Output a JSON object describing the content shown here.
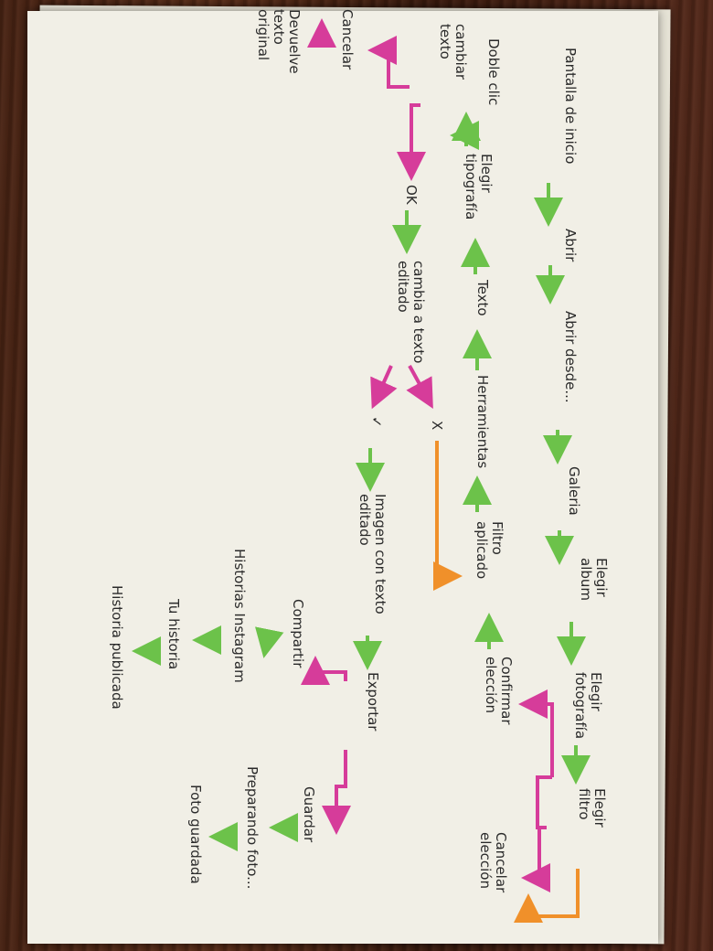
{
  "nodes": {
    "pantalla_inicio": "Pantalla de inicio",
    "abrir": "Abrir",
    "abrir_desde": "Abrir desde...",
    "galeria": "Galeria",
    "elegir_album": "Elegir\nalbum",
    "elegir_fotografia": "Elegir\nfotografía",
    "elegir_filtro": "Elegir\nfiltro",
    "cancelar_eleccion": "Cancelar\nelección",
    "confirmar_eleccion": "Confirmar\nelección",
    "filtro_aplicado": "Filtro\naplicado",
    "herramientas": "Herramientas",
    "texto": "Texto",
    "elegir_tipografia": "Elegir\ntipografía",
    "doble_clic": "Doble clic",
    "cambiar_texto": "cambiar\ntexto",
    "cancelar": "Cancelar",
    "devuelve_texto": "Devuelve\ntexto\noriginal",
    "ok": "OK",
    "cambia_texto_editado": "cambia a texto\neditado",
    "x_mark": "X",
    "check_mark": "✓",
    "imagen_texto_editado": "Imagen con texto\neditado",
    "exportar": "Exportar",
    "compartir": "Compartir",
    "historias_instagram": "Historias Instagram",
    "tu_historia": "Tu historia",
    "historia_publicada": "Historia publicada",
    "guardar": "Guardar",
    "preparando_foto": "Preparando foto...",
    "foto_guardada": "Foto guardada"
  },
  "colors": {
    "green": "#6cc24a",
    "pink": "#d63c9a",
    "orange": "#f0902a",
    "ink": "#2a2a2a",
    "paper": "#f1efe6"
  }
}
